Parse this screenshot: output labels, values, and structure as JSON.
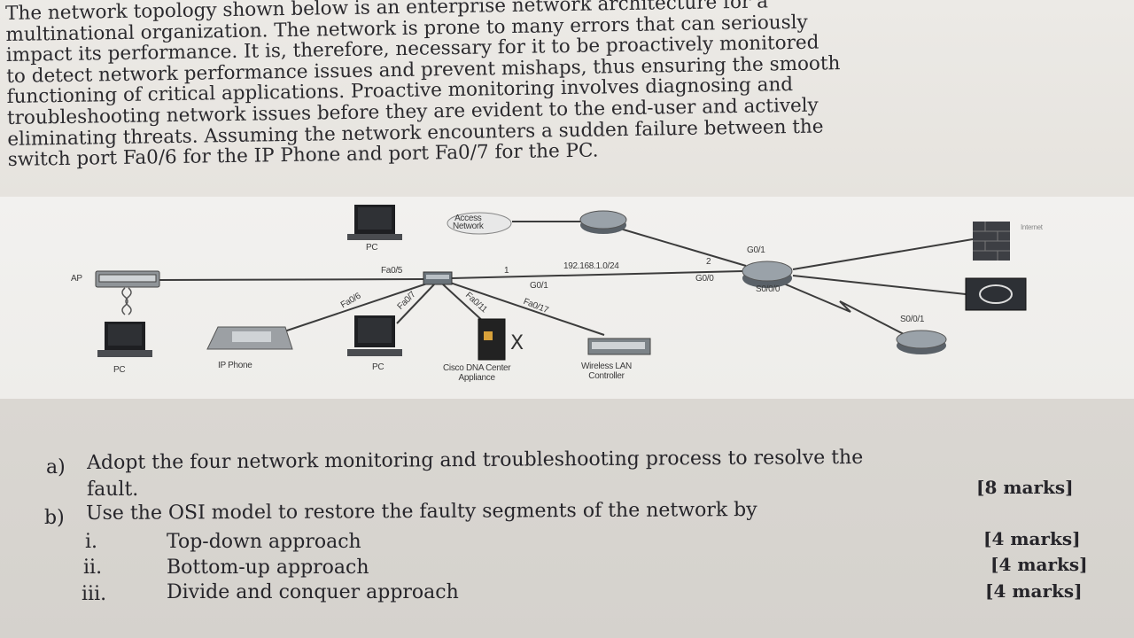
{
  "intro_lines": [
    "The network topology shown below is an enterprise network architecture for a",
    "multinational organization. The network is prone to many errors that can seriously",
    "impact its performance. It is, therefore, necessary for it to be proactively monitored",
    "to detect network performance issues and prevent mishaps, thus ensuring the smooth",
    "functioning of critical applications. Proactive monitoring involves diagnosing and",
    "troubleshooting network issues before they are evident to the end-user and actively",
    "eliminating threats. Assuming the network encounters a sudden failure between the",
    "switch port Fa0/6 for the IP Phone and port Fa0/7 for the PC."
  ],
  "diagram": {
    "labels": {
      "pc_top": "PC",
      "access_network": "Access\nNetwork",
      "ap": "AP",
      "pc_left": "PC",
      "ip_phone": "IP Phone",
      "pc_mid": "PC",
      "dna": "Cisco DNA Center\nAppliance",
      "wlc": "Wireless LAN\nController",
      "fa05": "Fa0/5",
      "fa06": "Fa0/6",
      "fa07": "Fa0/7",
      "fa011": "Fa0/11",
      "fa017": "Fa0/17",
      "g01_sw": "G0/1",
      "g01_r": "G0/1",
      "g00": "G0/0",
      "s000": "S0/0/0",
      "s001": "S0/0/1",
      "net": "192.168.1.0/24",
      "link1": "1",
      "link2": "2",
      "internet": "Internet"
    }
  },
  "questions": {
    "a_label": "a)",
    "a_line1": "Adopt the four network monitoring and troubleshooting process to resolve the",
    "a_line2": "fault.",
    "a_marks": "[8 marks]",
    "b_label": "b)",
    "b_text": "Use the OSI model to restore the faulty segments of the network by",
    "sub": [
      {
        "num": "i.",
        "text": "Top-down approach",
        "marks": "[4 marks]"
      },
      {
        "num": "ii.",
        "text": "Bottom-up approach",
        "marks": "[4 marks]"
      },
      {
        "num": "iii.",
        "text": "Divide and conquer approach",
        "marks": "[4 marks]"
      }
    ]
  }
}
